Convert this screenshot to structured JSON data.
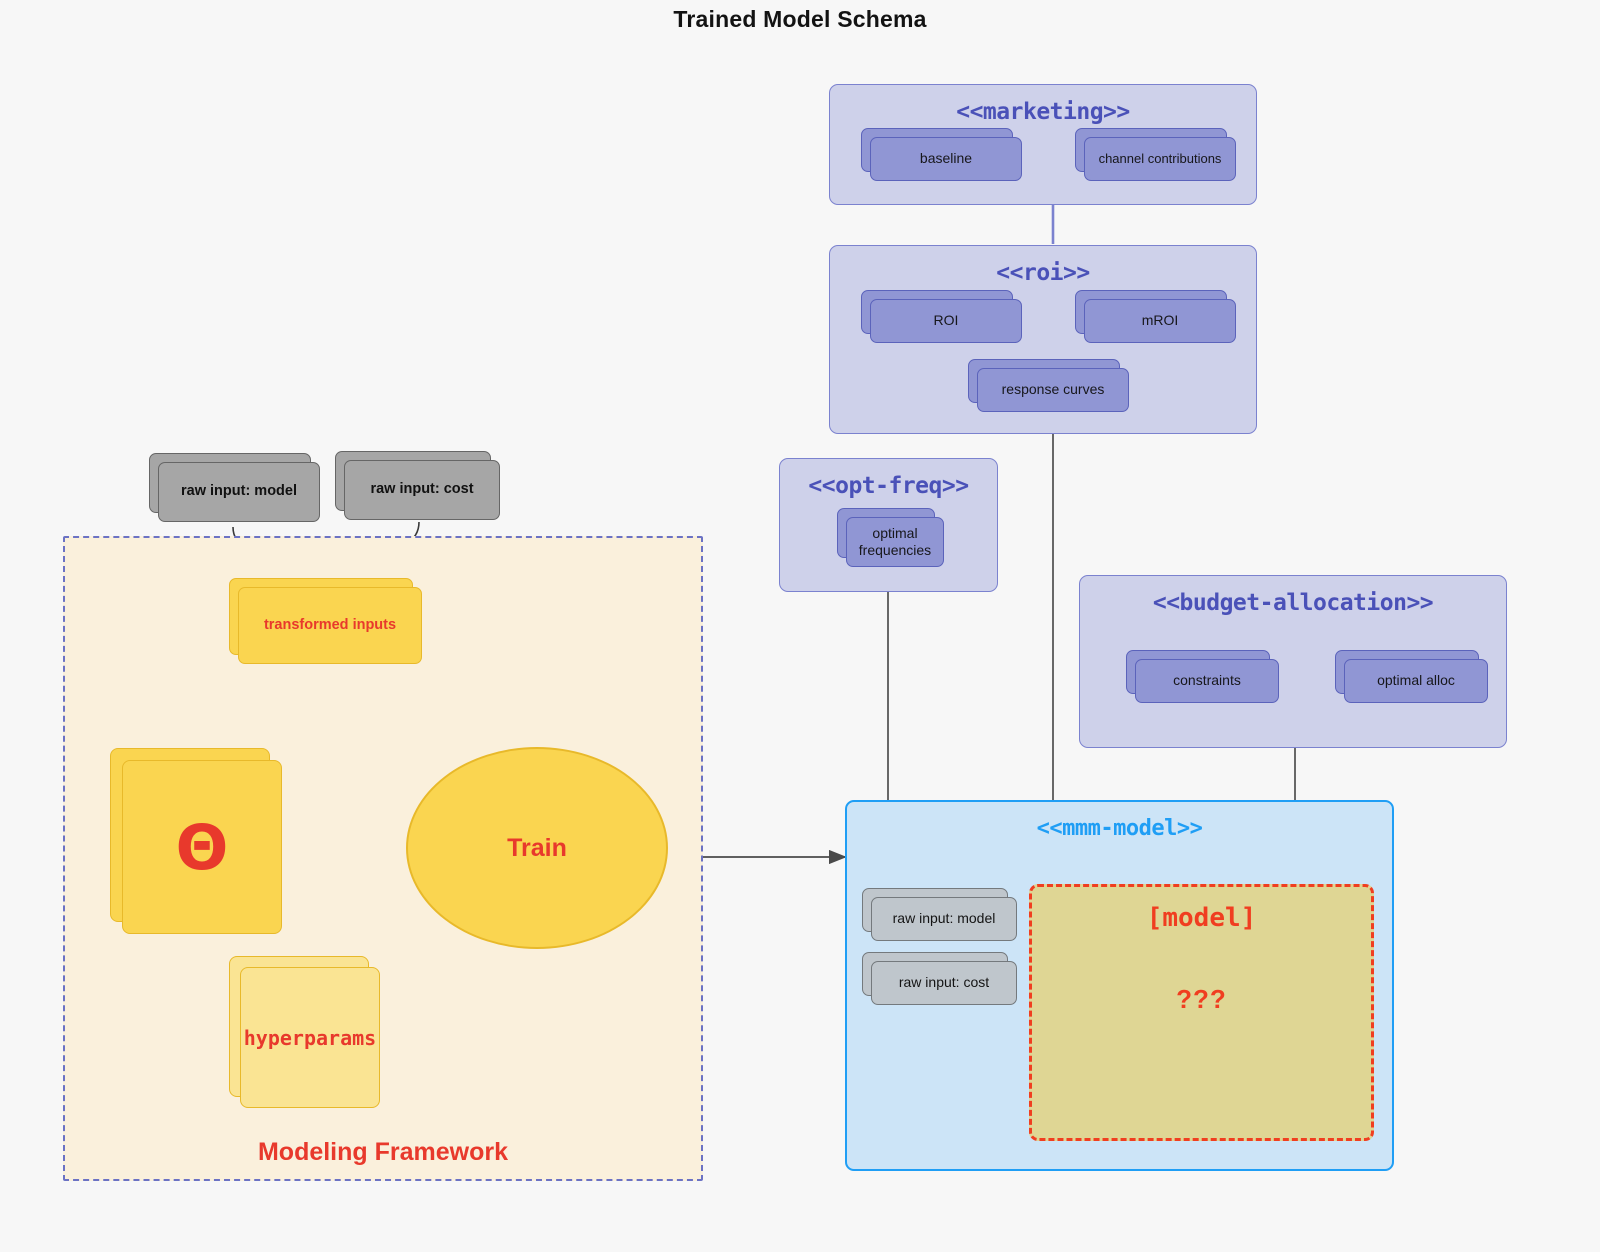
{
  "title": "Trained Model Schema",
  "colors": {
    "background": "#f7f7f7",
    "package_purple_fill": "#ced1ea",
    "package_purple_stroke": "#7b82cf",
    "package_blue_fill": "#cce4f7",
    "package_blue_stroke": "#1f9ef5",
    "node_lavender": "#9096d4",
    "node_grey": "#a6a6a6",
    "node_yellow": "#fad550",
    "node_yellow_light": "#fae493",
    "accent_red": "#e8392c",
    "model_fill": "#dfd694",
    "framework_fill": "#faf0dc",
    "framework_stroke": "#6b72c4",
    "title_text": "#4a51b8",
    "mmm_title_text": "#1f9ef5"
  },
  "packages": {
    "marketing": {
      "title": "<<marketing>>",
      "nodes": [
        {
          "label": "baseline"
        },
        {
          "label": "channel contributions"
        }
      ],
      "relation": "bidirectional"
    },
    "roi": {
      "title": "<<roi>>",
      "nodes": [
        {
          "label": "ROI"
        },
        {
          "label": "mROI"
        },
        {
          "label": "response curves"
        }
      ],
      "relation": "bidirectional"
    },
    "opt_freq": {
      "title": "<<opt-freq>>",
      "nodes": [
        {
          "label": "optimal\nfrequencies",
          "line1": "optimal",
          "line2": "frequencies"
        }
      ]
    },
    "budget_allocation": {
      "title": "<<budget-allocation>>",
      "nodes": [
        {
          "label": "constraints"
        },
        {
          "label": "optimal alloc"
        }
      ],
      "relation": "bidirectional"
    },
    "mmm_model": {
      "title": "<<mmm-model>>",
      "nodes": [
        {
          "label": "raw input: model"
        },
        {
          "label": "raw input: cost"
        }
      ],
      "model_placeholder": {
        "title": "[model]",
        "question": "???"
      }
    }
  },
  "framework": {
    "label": "Modeling Framework",
    "raw_inputs": [
      {
        "label": "raw input: model"
      },
      {
        "label": "raw input: cost"
      }
    ],
    "transformed_inputs": {
      "label": "transformed inputs"
    },
    "theta": {
      "label": "Θ"
    },
    "train": {
      "label": "Train"
    },
    "hyperparams": {
      "label": "hyperparams"
    }
  },
  "connections": [
    {
      "from": "raw input: model",
      "to": "transformed inputs",
      "style": "curved-arrow"
    },
    {
      "from": "raw input: cost",
      "to": "transformed inputs",
      "style": "curved-arrow"
    },
    {
      "from": "transformed inputs",
      "to": "Train",
      "style": "curved-arrow-red"
    },
    {
      "from": "Θ",
      "to": "Train",
      "style": "arrow-red"
    },
    {
      "from": "hyperparams",
      "to": "Train",
      "style": "curved-arrow-red"
    },
    {
      "from": "Modeling Framework",
      "to": "<<mmm-model>>",
      "style": "arrow-grey"
    },
    {
      "from": "<<marketing>>",
      "to": "<<roi>>",
      "style": "line-purple"
    },
    {
      "from": "<<roi>>",
      "to": "<<mmm-model>>",
      "style": "line-grey"
    },
    {
      "from": "<<opt-freq>>",
      "to": "<<mmm-model>>",
      "style": "line-grey"
    },
    {
      "from": "<<budget-allocation>>",
      "to": "<<mmm-model>>",
      "style": "line-grey"
    }
  ]
}
